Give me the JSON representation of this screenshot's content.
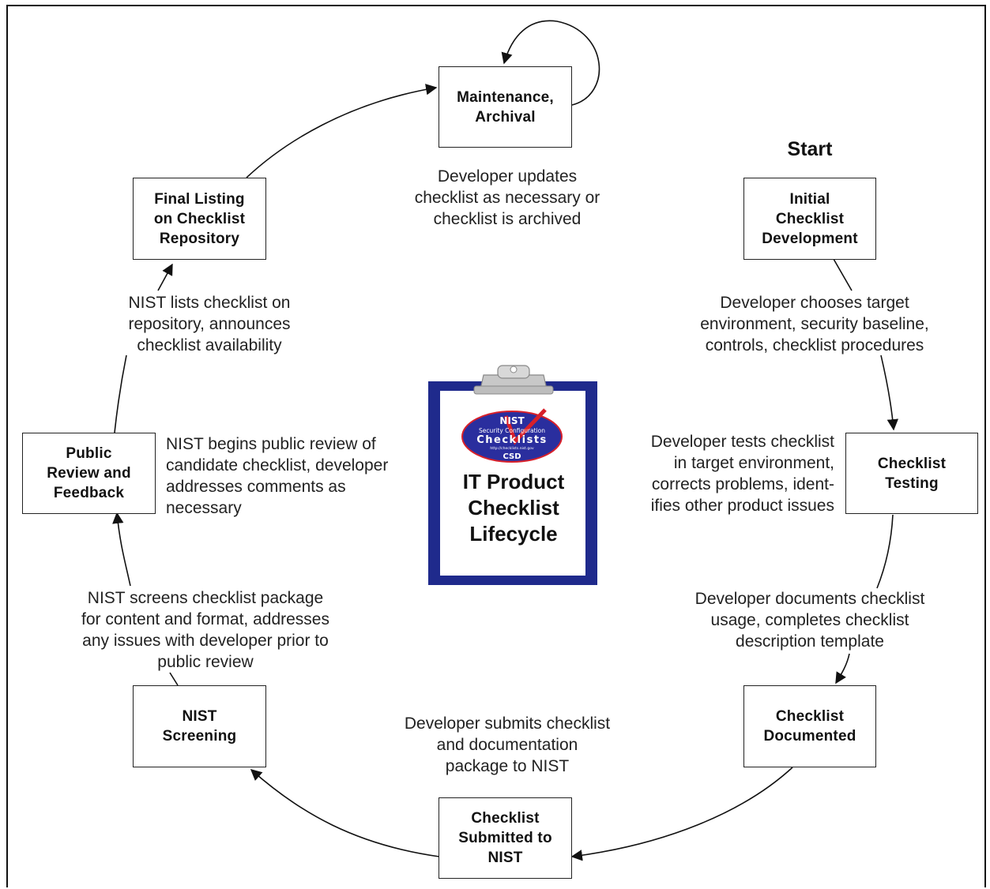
{
  "start_label": "Start",
  "center": {
    "title": "IT Product\nChecklist\nLifecycle",
    "logo": {
      "top_text": "NIST",
      "sub_text": "Security Configuration",
      "main_text": "Checklists",
      "url_text": "http://checklists.nist.gov",
      "bottom_text": "CSD"
    }
  },
  "boxes": {
    "initial": "Initial\nChecklist\nDevelopment",
    "testing": "Checklist\nTesting",
    "documented": "Checklist\nDocumented",
    "submitted": "Checklist\nSubmitted to\nNIST",
    "screening": "NIST\nScreening",
    "public": "Public\nReview and\nFeedback",
    "final": "Final Listing\non Checklist\nRepository",
    "maintenance": "Maintenance,\nArchival"
  },
  "descriptions": {
    "maintenance": "Developer updates\nchecklist as necessary or\nchecklist is archived",
    "initial": "Developer chooses target\nenvironment, security baseline,\ncontrols, checklist procedures",
    "testing": "Developer tests checklist\nin target environment,\ncorrects problems, ident-\nifies other product issues",
    "documented": "Developer documents checklist\nusage, completes checklist\ndescription template",
    "submitted": "Developer submits checklist\nand documentation\npackage to NIST",
    "screening": "NIST screens checklist package\nfor content and format, addresses\nany issues with developer prior to\npublic review",
    "public": "NIST begins public review of\ncandidate checklist, developer\naddresses comments as\nnecessary",
    "final": "NIST lists checklist on\nrepository, announces\nchecklist availability"
  },
  "colors": {
    "clipboard_blue": "#1f2a8c",
    "logo_blue": "#2a2e9e",
    "check_red": "#d8202a"
  }
}
